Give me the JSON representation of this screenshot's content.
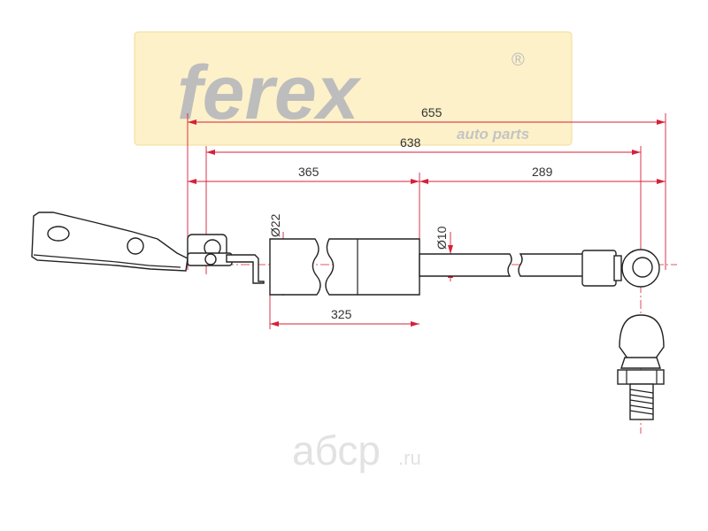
{
  "logo": {
    "brand": "ferex",
    "registered": "®",
    "tagline": "auto parts",
    "bg_color": "#fdf1c9"
  },
  "dimensions": {
    "overall": "655",
    "body": "638",
    "cylinder_side": "365",
    "rod_side": "289",
    "cylinder_dia": "Ø22",
    "rod_dia": "Ø10",
    "cylinder_length": "325"
  },
  "watermark": {
    "name": "абср",
    "domain": ".ru"
  },
  "colors": {
    "dimension": "#d6203a",
    "outline": "#222222"
  }
}
